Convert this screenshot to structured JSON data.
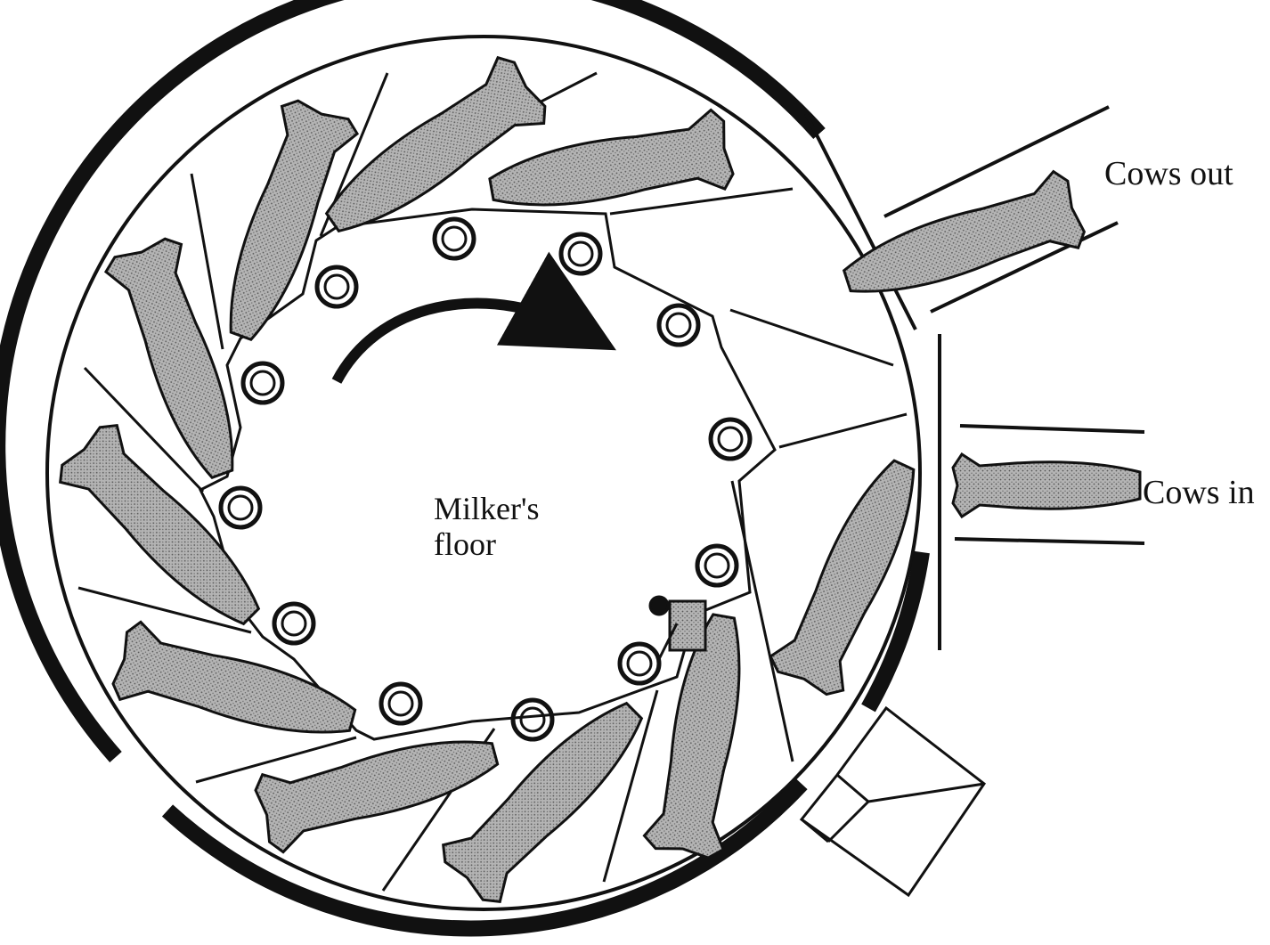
{
  "labels": {
    "cows_out": "Cows out",
    "cows_in": "Cows in",
    "center_line1": "Milker's",
    "center_line2": "floor"
  },
  "colors": {
    "ink": "#111111",
    "cow_fill": "#a9a9a9",
    "background": "#ffffff"
  },
  "rotation_direction": "clockwise"
}
